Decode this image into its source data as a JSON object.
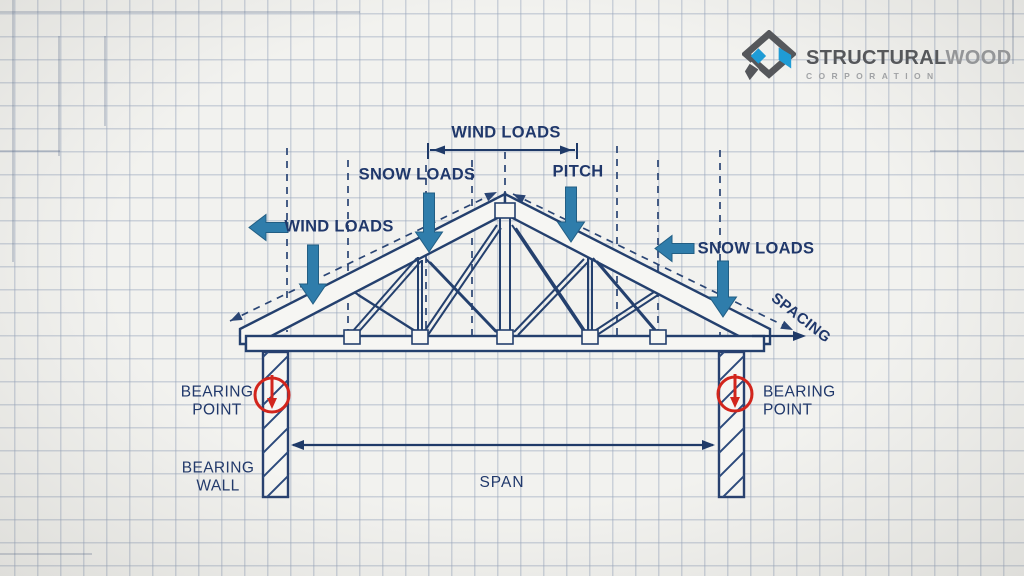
{
  "page": {
    "title": "Roof truss load and bearing diagram on graph paper"
  },
  "logo": {
    "icon": "sw-diamond-monogram-icon",
    "brand_primary": "STRUCTURAL",
    "brand_secondary": "WOOD",
    "subtitle": "CORPORATION"
  },
  "annotations": {
    "wind_loads_top": "WIND LOADS",
    "snow_loads_left": "SNOW LOADS",
    "wind_loads_left": "WIND LOADS",
    "pitch": "PITCH",
    "snow_loads_right": "SNOW LOADS",
    "spacing": "SPACING",
    "span": "SPAN",
    "bearing_point_left_line1": "BEARING",
    "bearing_point_left_line2": "POINT",
    "bearing_point_right_line1": "BEARING",
    "bearing_point_right_line2": "POINT",
    "bearing_wall_line1": "BEARING",
    "bearing_wall_line2": "WALL"
  },
  "icons": {
    "load_arrows": [
      "down-arrow-icon",
      "left-arrow-icon"
    ],
    "bearing_symbol": "bearing-point-circle-arrow-icon",
    "dimension_arrows": [
      "double-headed-arrow-icon",
      "right-arrow-icon"
    ]
  },
  "colors": {
    "drawing_navy": "#24406e",
    "label_navy": "#20386b",
    "load_arrow_blue": "#2f7dab",
    "bearing_red": "#d2251c",
    "logo_dark_gray": "#54565a",
    "logo_light_gray": "#97999c",
    "logo_blue": "#1e9cd7",
    "paper": "#f2f2ef"
  }
}
